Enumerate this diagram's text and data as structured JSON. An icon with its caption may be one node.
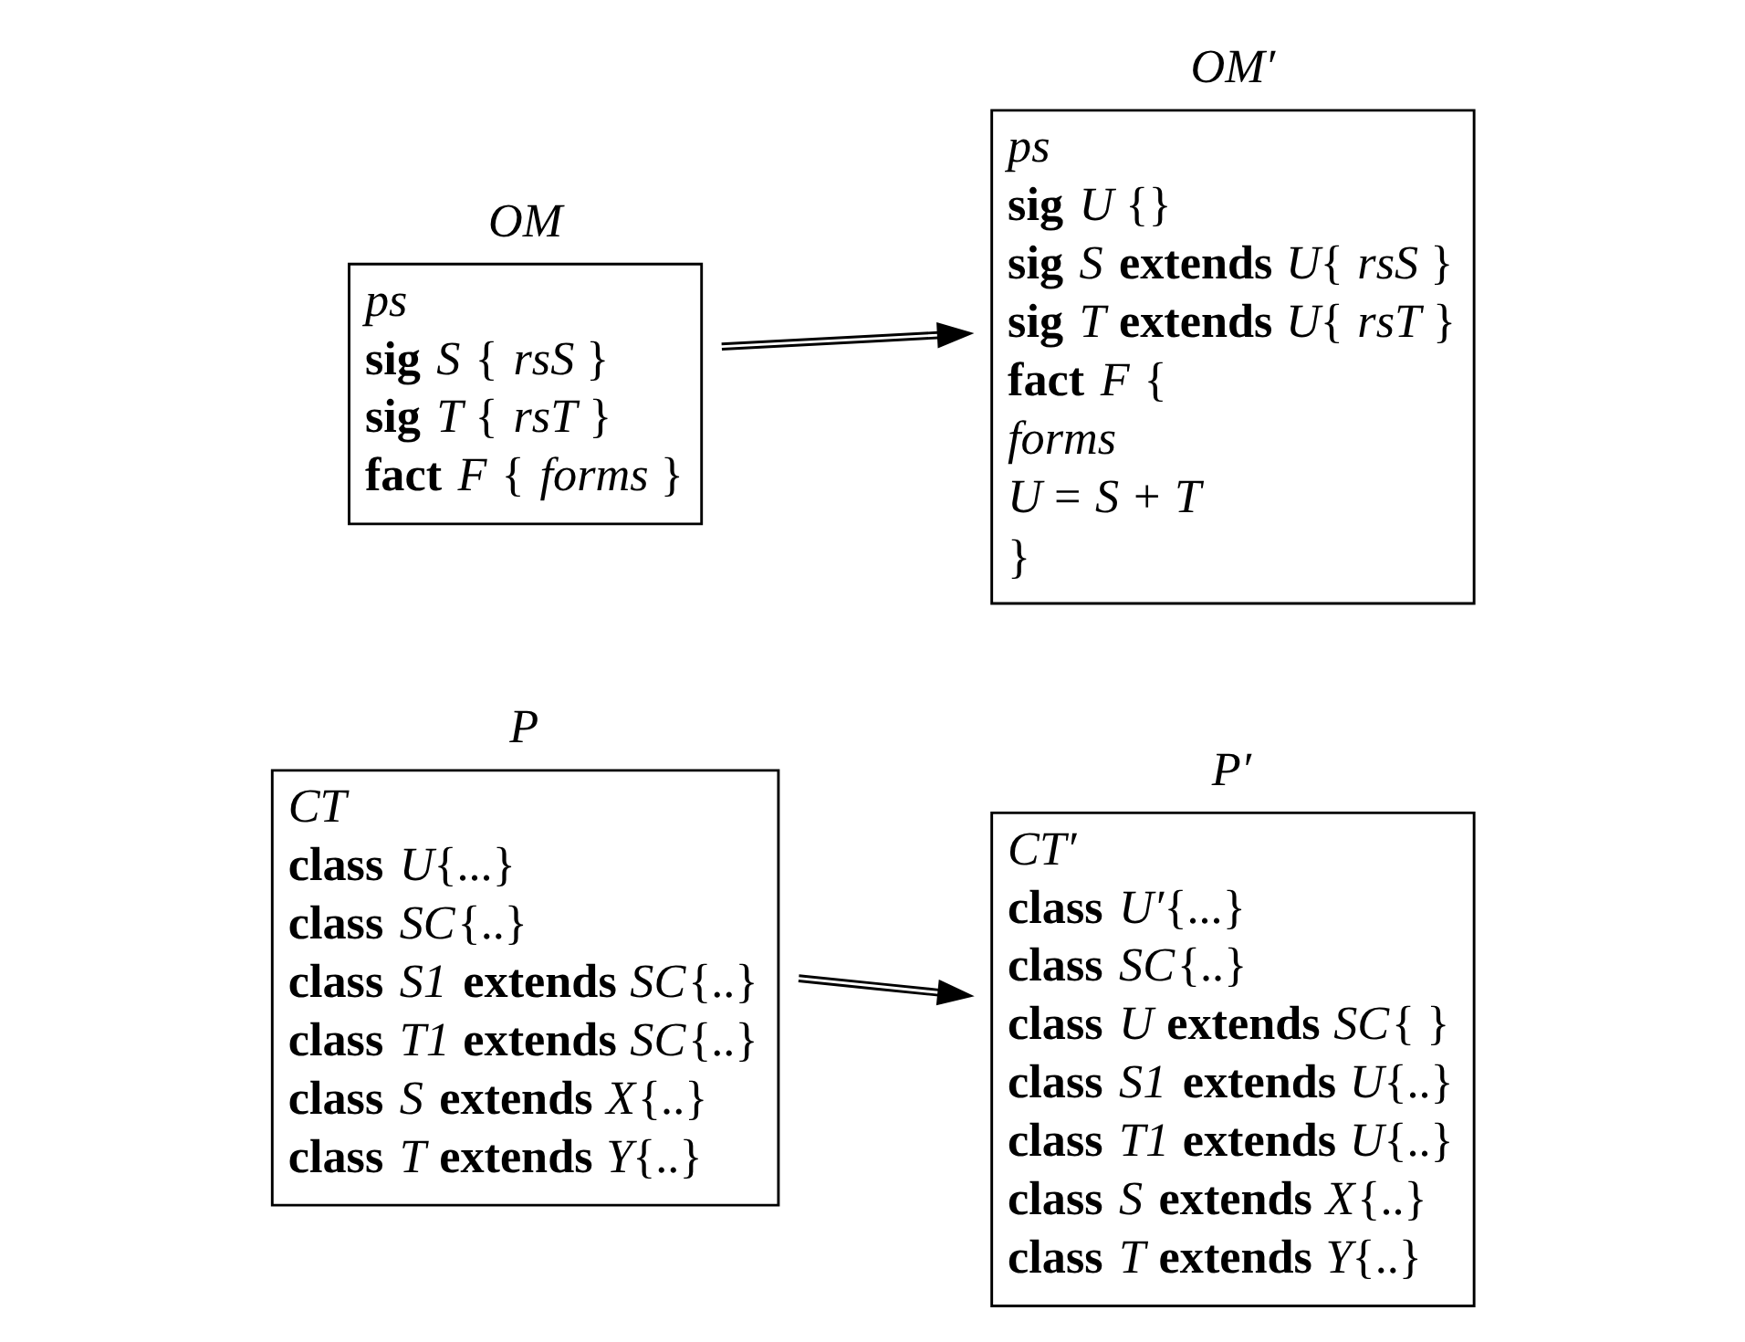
{
  "diagram": {
    "nodes": [
      {
        "text": [
          "OM",
          "*ps*",
          "**sig** *S* { *rsS* }",
          "**sig** *T* { *rsT* }",
          "**fact** *F* { *forms* }"
        ]
      },
      {
        "text": [
          "OM′",
          "*ps*",
          "**sig** *U* {}",
          "**sig** *S* **extends** *U*{ *rsS* }",
          "**sig** *T* **extends** *U*{ *rsT* }",
          "**fact** *F* {",
          "*forms*",
          "*U* = *S* + *T*",
          "}"
        ]
      },
      {
        "text": [
          "P",
          "*CT*",
          "**class** *U*{...}",
          "**class** *SC*{..}",
          "**class** *S1* **extends** *SC*{..}",
          "**class** *T1* **extends** *SC*{..}",
          "**class** *S* **extends** *X*{..}",
          "**class** *T* **extends** *Y*{..}"
        ]
      },
      {
        "text": [
          "P′",
          "*CT′*",
          "**class** *U′*{...}",
          "**class** *SC*{..}",
          "**class** *U* **extends** *SC*{ }",
          "**class** *S1* **extends** *U*{..}",
          "**class** *T1* **extends** *U*{..}",
          "**class** *S* **extends** *X*{..}",
          "**class** *T* **extends** *Y*{..}"
        ]
      }
    ],
    "edges": [
      {
        "from": 0,
        "to": 1,
        "arrow": "to"
      },
      {
        "from": 2,
        "to": 3,
        "arrow": "to"
      }
    ]
  }
}
